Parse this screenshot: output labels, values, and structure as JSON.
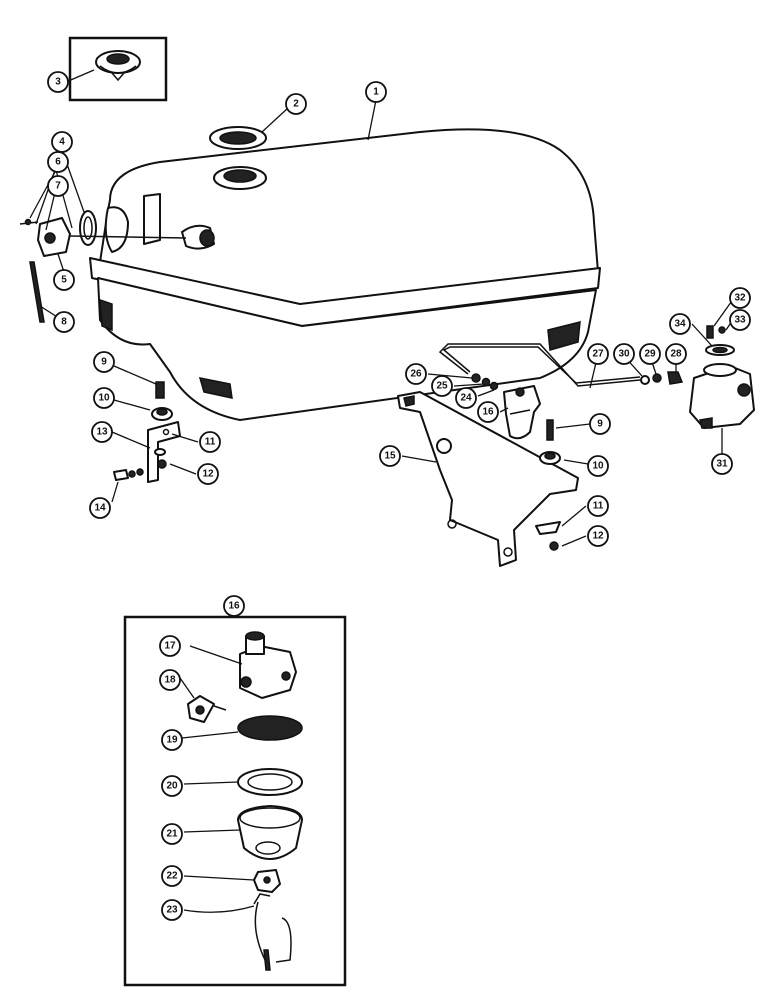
{
  "callouts": [
    {
      "id": "c1",
      "label": "1"
    },
    {
      "id": "c2",
      "label": "2"
    },
    {
      "id": "c3",
      "label": "3"
    },
    {
      "id": "c4",
      "label": "4"
    },
    {
      "id": "c5",
      "label": "5"
    },
    {
      "id": "c6",
      "label": "6"
    },
    {
      "id": "c7",
      "label": "7"
    },
    {
      "id": "c8",
      "label": "8"
    },
    {
      "id": "c9a",
      "label": "9"
    },
    {
      "id": "c9b",
      "label": "9"
    },
    {
      "id": "c10a",
      "label": "10"
    },
    {
      "id": "c10b",
      "label": "10"
    },
    {
      "id": "c11a",
      "label": "11"
    },
    {
      "id": "c11b",
      "label": "11"
    },
    {
      "id": "c12a",
      "label": "12"
    },
    {
      "id": "c12b",
      "label": "12"
    },
    {
      "id": "c13",
      "label": "13"
    },
    {
      "id": "c14",
      "label": "14"
    },
    {
      "id": "c15",
      "label": "15"
    },
    {
      "id": "c16a",
      "label": "16"
    },
    {
      "id": "c16b",
      "label": "16"
    },
    {
      "id": "c17",
      "label": "17"
    },
    {
      "id": "c18",
      "label": "18"
    },
    {
      "id": "c19",
      "label": "19"
    },
    {
      "id": "c20",
      "label": "20"
    },
    {
      "id": "c21",
      "label": "21"
    },
    {
      "id": "c22",
      "label": "22"
    },
    {
      "id": "c23",
      "label": "23"
    },
    {
      "id": "c24",
      "label": "24"
    },
    {
      "id": "c25",
      "label": "25"
    },
    {
      "id": "c26",
      "label": "26"
    },
    {
      "id": "c27",
      "label": "27"
    },
    {
      "id": "c28",
      "label": "28"
    },
    {
      "id": "c29",
      "label": "29"
    },
    {
      "id": "c30",
      "label": "30"
    },
    {
      "id": "c31",
      "label": "31"
    },
    {
      "id": "c32",
      "label": "32"
    },
    {
      "id": "c33",
      "label": "33"
    },
    {
      "id": "c34",
      "label": "34"
    }
  ]
}
